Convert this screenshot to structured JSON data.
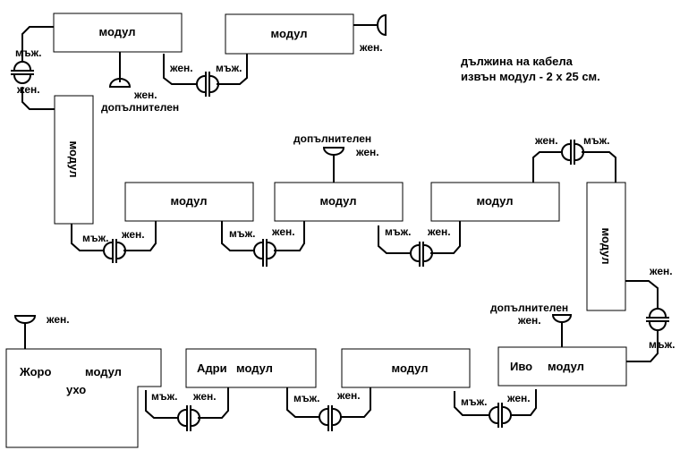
{
  "note": {
    "line1": "дължина на кабела",
    "line2": "извън модул - 2 х 25 см."
  },
  "labels": {
    "male": "мъж.",
    "female": "жен.",
    "extra": "допълнителен",
    "module": "модул"
  },
  "modules": [
    {
      "id": "m1",
      "label": "модул"
    },
    {
      "id": "m2",
      "label": "модул"
    },
    {
      "id": "m3",
      "label": "модул"
    },
    {
      "id": "m4",
      "label": "модул"
    },
    {
      "id": "m5",
      "label": "модул"
    },
    {
      "id": "m6",
      "label": "модул"
    },
    {
      "id": "m7",
      "label": "модул"
    },
    {
      "id": "ivo",
      "label": "модул",
      "name": "Иво"
    },
    {
      "id": "m9",
      "label": "модул"
    },
    {
      "id": "adri",
      "label": "модул",
      "name": "Адри"
    },
    {
      "id": "zhoro",
      "label": "модул",
      "name": "Жоро",
      "sub": "ухо"
    }
  ]
}
